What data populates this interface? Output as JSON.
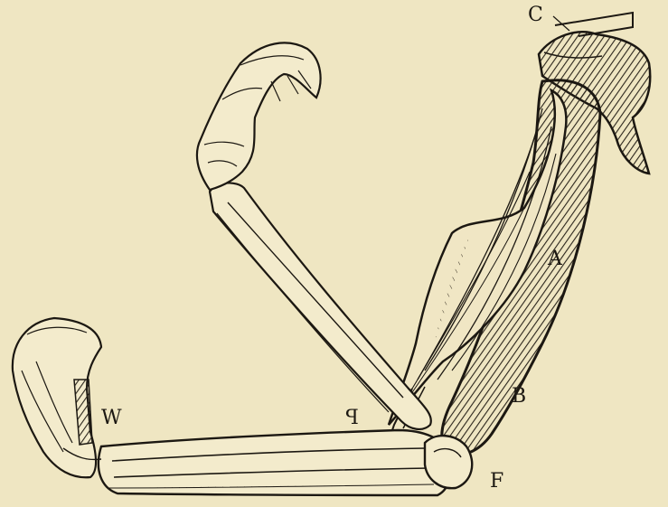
{
  "figure": {
    "labels": {
      "c": "C",
      "a": "A",
      "b": "B",
      "w": "W",
      "p": "P",
      "f": "F"
    }
  }
}
